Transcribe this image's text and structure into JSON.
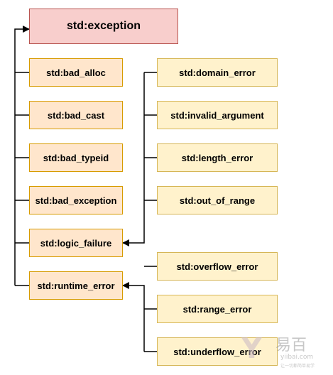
{
  "colors": {
    "root_fill": "#f8cecc",
    "root_stroke": "#b85450",
    "level1_fill": "#ffe6cc",
    "level1_stroke": "#d79b00",
    "level2_fill": "#fff2cc",
    "level2_stroke": "#d6b656",
    "connector": "#000000"
  },
  "root": {
    "label": "std:exception"
  },
  "children": [
    {
      "id": "bad_alloc",
      "label": "std:bad_alloc"
    },
    {
      "id": "bad_cast",
      "label": "std:bad_cast"
    },
    {
      "id": "bad_typeid",
      "label": "std:bad_typeid"
    },
    {
      "id": "bad_exception",
      "label": "std:bad_exception"
    },
    {
      "id": "logic_failure",
      "label": "std:logic_failure",
      "children": [
        {
          "id": "domain_error",
          "label": "std:domain_error"
        },
        {
          "id": "invalid_argument",
          "label": "std:invalid_argument"
        },
        {
          "id": "length_error",
          "label": "std:length_error"
        },
        {
          "id": "out_of_range",
          "label": "std:out_of_range"
        }
      ]
    },
    {
      "id": "runtime_error",
      "label": "std:runtime_error",
      "children": [
        {
          "id": "overflow_error",
          "label": "std:overflow_error"
        },
        {
          "id": "range_error",
          "label": "std:range_error"
        },
        {
          "id": "underflow_error",
          "label": "std:underflow_error"
        }
      ]
    }
  ],
  "watermark": {
    "glyph": "Y",
    "brand": "易百",
    "site": "yiibai.com",
    "slogan": "让一切都简单易学"
  }
}
